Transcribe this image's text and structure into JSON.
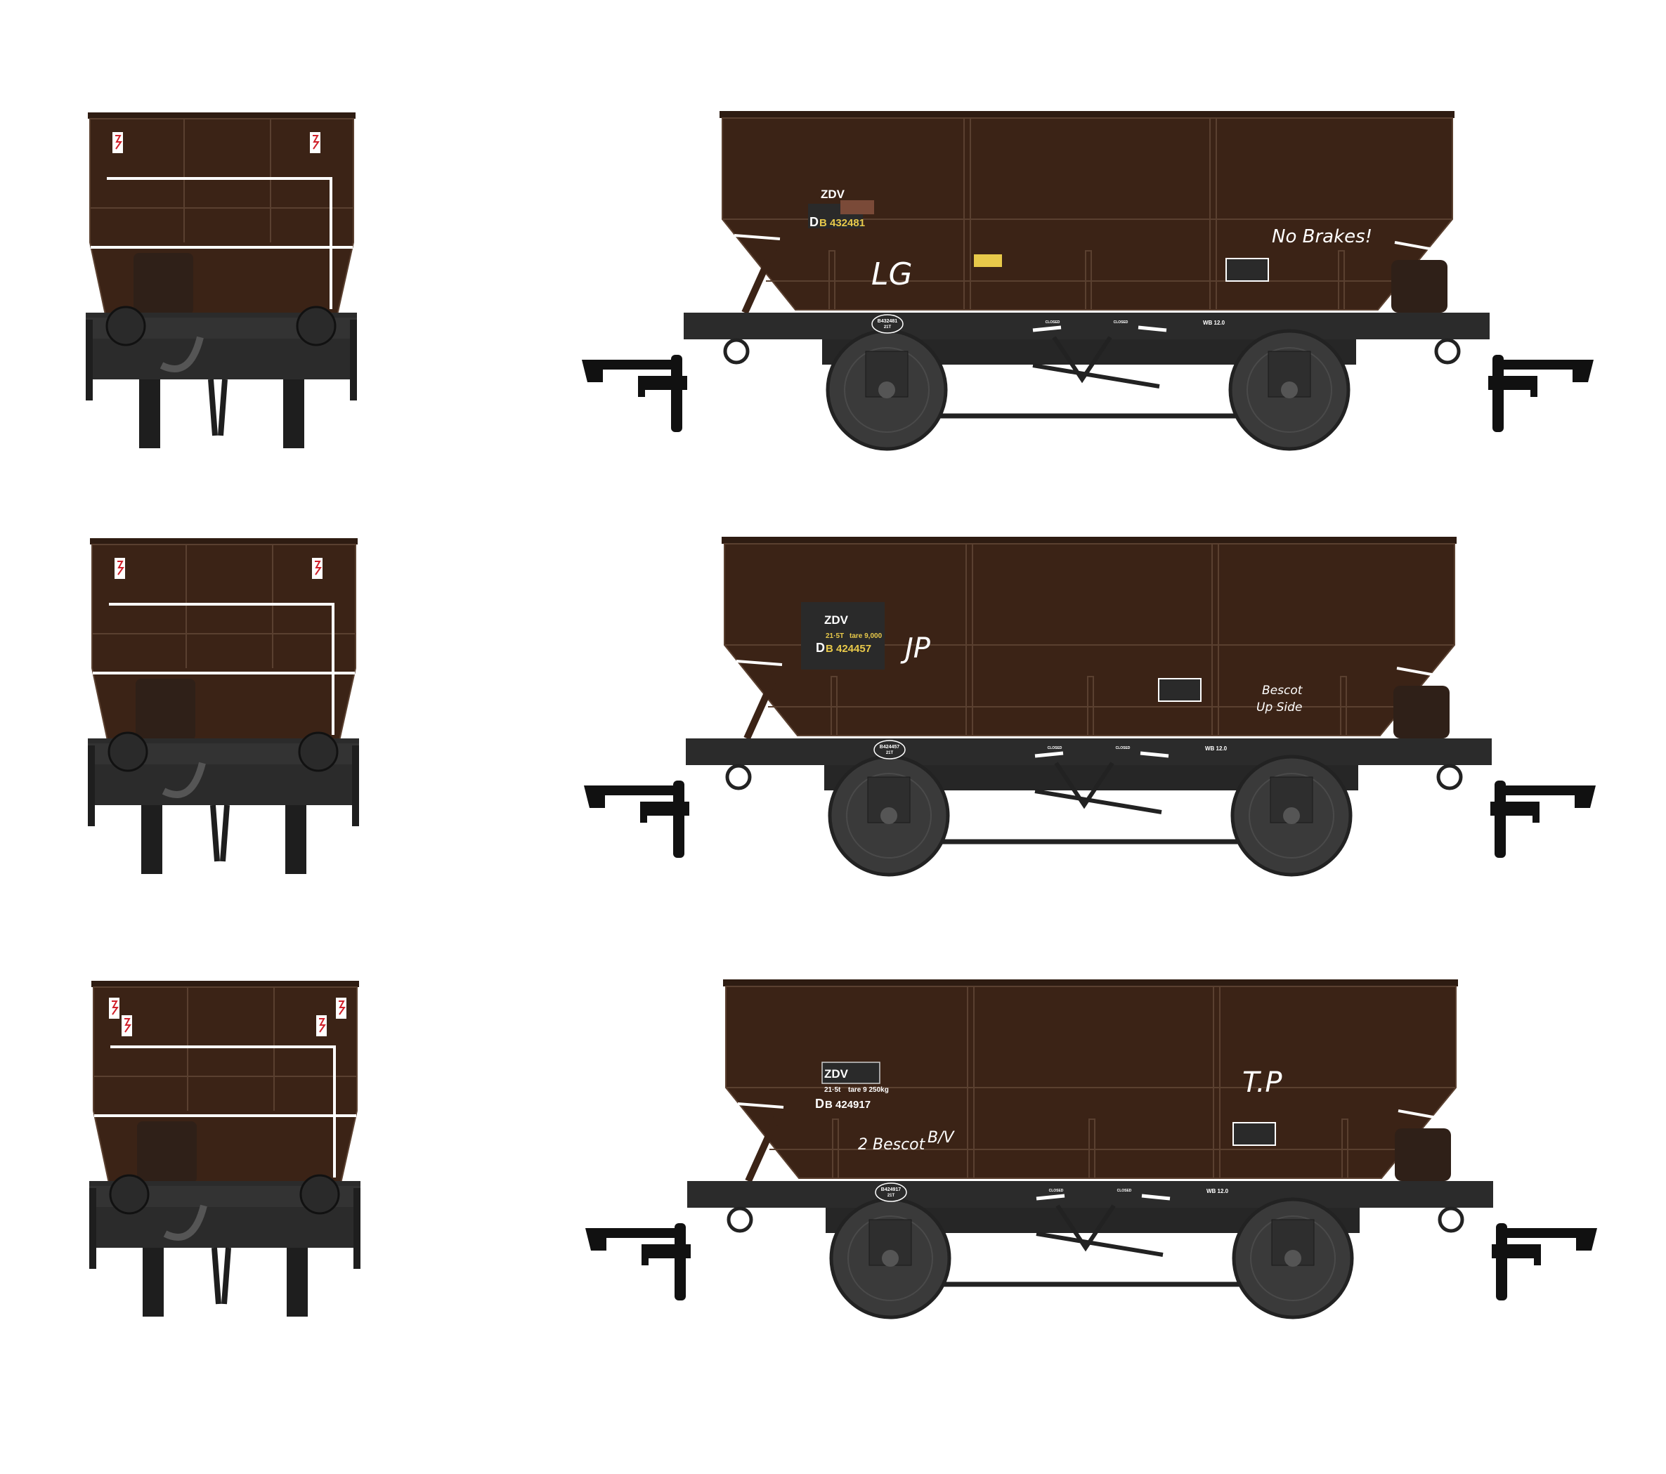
{
  "colors": {
    "body": "#3b2316",
    "frame": "#2b2b2b",
    "wheel": "#3a3a3a",
    "lettering_yellow": "#e8c94a",
    "graffiti": "#ffffff",
    "warning_red": "#d0202a"
  },
  "common": {
    "wheelbase": "WB 12.0",
    "door_label": "CLOSED"
  },
  "wagons": [
    {
      "code": "ZDV",
      "prefix": "D",
      "number": "B 432481",
      "load": "",
      "tare": "",
      "solebar_number": "B432481",
      "solebar_load": "21T",
      "graffiti": [
        "LG",
        "No Brakes!"
      ]
    },
    {
      "code": "ZDV",
      "prefix": "D",
      "number": "B 424457",
      "load": "21·5T",
      "tare": "tare 9,000",
      "solebar_number": "B424457",
      "solebar_load": "21T",
      "graffiti": [
        "JP",
        "Bescot",
        "Up Side"
      ]
    },
    {
      "code": "ZDV",
      "prefix": "D",
      "number": "B 424917",
      "load": "21·5t",
      "tare": "tare 9 250kg",
      "solebar_number": "B424917",
      "solebar_load": "21T",
      "graffiti": [
        "T.P",
        "2 Bescot",
        "B/V"
      ]
    }
  ]
}
